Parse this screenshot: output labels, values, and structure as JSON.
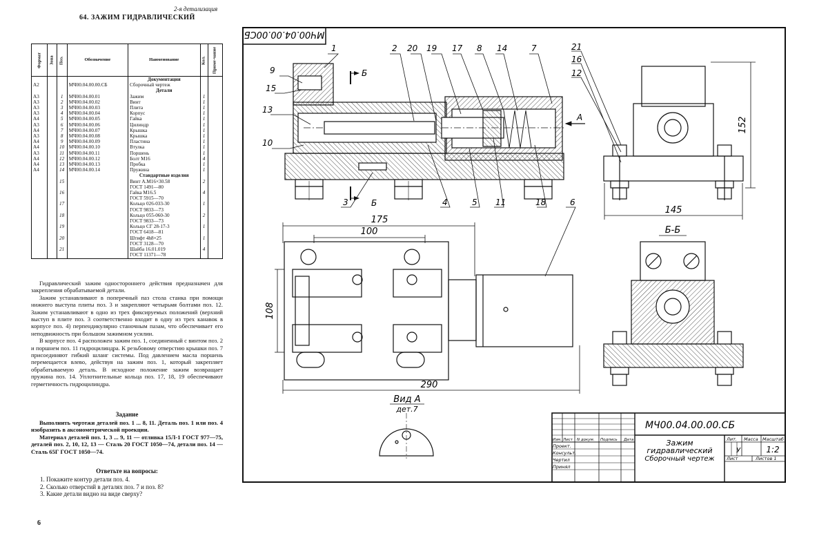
{
  "header": {
    "section_note": "2-я детализация",
    "spec_title": "64. ЗАЖИМ ГИДРАВЛИЧЕСКИЙ"
  },
  "spec_table": {
    "columns": [
      "Формат",
      "Зона",
      "Поз.",
      "Обозначение",
      "Наименование",
      "Кол.",
      "Приме-чание"
    ],
    "rows": [
      {
        "format": "",
        "pos": "",
        "code": "",
        "name": "Документация",
        "qty": "",
        "section": true
      },
      {
        "format": "А2",
        "pos": "",
        "code": "МЧ00.04.00.00.СБ",
        "name": "Сборочный чертеж",
        "qty": ""
      },
      {
        "format": "",
        "pos": "",
        "code": "",
        "name": "Детали",
        "qty": "",
        "section": true
      },
      {
        "format": "А3",
        "pos": "1",
        "code": "МЧ00.04.00.01",
        "name": "Зажим",
        "qty": "1"
      },
      {
        "format": "А3",
        "pos": "2",
        "code": "МЧ00.04.00.02",
        "name": "Винт",
        "qty": "1"
      },
      {
        "format": "А3",
        "pos": "3",
        "code": "МЧ00.04.00.03",
        "name": "Плита",
        "qty": "1"
      },
      {
        "format": "А3",
        "pos": "4",
        "code": "МЧ00.04.00.04",
        "name": "Корпус",
        "qty": "1"
      },
      {
        "format": "А4",
        "pos": "5",
        "code": "МЧ00.04.00.05",
        "name": "Гайка",
        "qty": "1"
      },
      {
        "format": "А3",
        "pos": "6",
        "code": "МЧ00.04.00.06",
        "name": "Цилиндр",
        "qty": "1"
      },
      {
        "format": "А4",
        "pos": "7",
        "code": "МЧ00.04.00.07",
        "name": "Крышка",
        "qty": "1"
      },
      {
        "format": "А3",
        "pos": "8",
        "code": "МЧ00.04.00.08",
        "name": "Крышка",
        "qty": "1"
      },
      {
        "format": "А4",
        "pos": "9",
        "code": "МЧ00.04.00.09",
        "name": "Пластина",
        "qty": "1"
      },
      {
        "format": "А4",
        "pos": "10",
        "code": "МЧ00.04.00.10",
        "name": "Втулка",
        "qty": "1"
      },
      {
        "format": "А3",
        "pos": "11",
        "code": "МЧ00.04.00.11",
        "name": "Поршень",
        "qty": "1"
      },
      {
        "format": "А4",
        "pos": "12",
        "code": "МЧ00.04.00.12",
        "name": "Болт М16",
        "qty": "4"
      },
      {
        "format": "А4",
        "pos": "13",
        "code": "МЧ00.04.00.13",
        "name": "Пробка",
        "qty": "1"
      },
      {
        "format": "А4",
        "pos": "14",
        "code": "МЧ00.04.00.14",
        "name": "Пружина",
        "qty": "1"
      },
      {
        "format": "",
        "pos": "",
        "code": "",
        "name": "Стандартные изделия",
        "qty": "",
        "section": true
      },
      {
        "format": "",
        "pos": "15",
        "code": "",
        "name": "Винт А.М16×30.58",
        "qty": "2"
      },
      {
        "format": "",
        "pos": "",
        "code": "",
        "name": "ГОСТ 1491—80",
        "qty": ""
      },
      {
        "format": "",
        "pos": "16",
        "code": "",
        "name": "Гайка М16.5",
        "qty": "4"
      },
      {
        "format": "",
        "pos": "",
        "code": "",
        "name": "ГОСТ 5915—70",
        "qty": ""
      },
      {
        "format": "",
        "pos": "17",
        "code": "",
        "name": "Кольцо 026-033-30",
        "qty": "1"
      },
      {
        "format": "",
        "pos": "",
        "code": "",
        "name": "ГОСТ 9833—73",
        "qty": ""
      },
      {
        "format": "",
        "pos": "18",
        "code": "",
        "name": "Кольцо 055-060-30",
        "qty": "2"
      },
      {
        "format": "",
        "pos": "",
        "code": "",
        "name": "ГОСТ 9833—73",
        "qty": ""
      },
      {
        "format": "",
        "pos": "19",
        "code": "",
        "name": "Кольцо СГ 28-17-3",
        "qty": "1"
      },
      {
        "format": "",
        "pos": "",
        "code": "",
        "name": "ГОСТ 6418—81",
        "qty": ""
      },
      {
        "format": "",
        "pos": "20",
        "code": "",
        "name": "Штифт 4h8×25",
        "qty": "1"
      },
      {
        "format": "",
        "pos": "",
        "code": "",
        "name": "ГОСТ 3128—70",
        "qty": ""
      },
      {
        "format": "",
        "pos": "21",
        "code": "",
        "name": "Шайба 16.01.019",
        "qty": "4"
      },
      {
        "format": "",
        "pos": "",
        "code": "",
        "name": "ГОСТ 11371—78",
        "qty": ""
      }
    ]
  },
  "description": {
    "p1": "Гидравлический зажим одностороннего действия предназначен для закрепления обрабатываемой детали.",
    "p2": "Зажим устанавливают в поперечный паз стола станка при помощи нижнего выступа плиты поз. 3 и закрепляют четырьмя болтами поз. 12. Зажим устанавливают в одно из трех фиксируемых положений (верхний выступ в плите поз. 3 соответственно входит в одну из трех канавок в корпусе поз. 4) перпендикулярно станочным пазам, что обеспечивает его неподвижность при большом зажимном усилии.",
    "p3": "В корпусе поз. 4 расположен зажим поз. 1, соединенный с винтом поз. 2 и поршнем поз. 11 гидроцилиндра. К резьбовому отверстию крышки поз. 7 присоединяют гибкий шланг системы. Под давлением масла поршень перемещается влево, действуя на зажим поз. 1, который закрепляет обрабатываемую деталь. В исходное положение зажим возвращает пружина поз. 14. Уплотнительные кольца поз. 17, 18, 19 обеспечивают герметичность гидроцилиндра."
  },
  "task": {
    "heading": "Задание",
    "p1": "Выполнить чертежи деталей поз. 1 ... 8, 11. Деталь поз. 1 или поз. 4 изобразить в аксонометрической проекции.",
    "p2": "Материал деталей поз. 1, 3 ... 9, 11 — отливка 15Л-1 ГОСТ 977—75, деталей поз. 2, 10, 12, 13 — Сталь 20 ГОСТ 1050—74, детали поз. 14 — Сталь 65Г ГОСТ 1050—74."
  },
  "questions": {
    "heading": "Ответьте на вопросы:",
    "q1": "1. Покажите контур детали поз. 4.",
    "q2": "2. Сколько отверстий в деталях поз. 7 и поз. 8?",
    "q3": "3. Какие детали видно на виде сверху?"
  },
  "page_number": "6",
  "drawing": {
    "stamp_code_rotated": "МЧ00.04.00.00СБ",
    "position_labels": {
      "p1": "1",
      "p2": "2",
      "p3": "3",
      "p4": "4",
      "p5": "5",
      "p6": "6",
      "p7": "7",
      "p8": "8",
      "p9": "9",
      "p10": "10",
      "p11": "11",
      "p12": "12",
      "p13": "13",
      "p14": "14",
      "p15": "15",
      "p16": "16",
      "p17": "17",
      "p18": "18",
      "p19": "19",
      "p20": "20",
      "p21": "21"
    },
    "section_letter": "Б",
    "view_arrow_letter": "А",
    "section_view_label": "Б-Б",
    "view_a_label": "Вид А",
    "view_a_sub": "дет.7",
    "dimensions": {
      "d175": "175",
      "d100": "100",
      "d108": "108",
      "d290": "290",
      "d145": "145",
      "d152": "152"
    },
    "title_block": {
      "code": "МЧ00.04.00.00.СБ",
      "name_line1": "Зажим",
      "name_line2": "гидравлический",
      "name_line3": "Сборочный чертеж",
      "col_izm": "Изм.",
      "col_list": "Лист",
      "col_ndokum": "N докум.",
      "col_podpis": "Подпись",
      "col_data": "Дата",
      "row_prоekt": "Проект.",
      "row_konsult": "Консульт.",
      "row_chertil": "Чертил",
      "row_prinyal": "Принял",
      "lit": "Лит.",
      "massa": "Масса",
      "masshtab": "Масштаб",
      "lit_value": "У",
      "scale_value": "1:2",
      "list": "Лист",
      "listov": "Листов 1"
    }
  }
}
